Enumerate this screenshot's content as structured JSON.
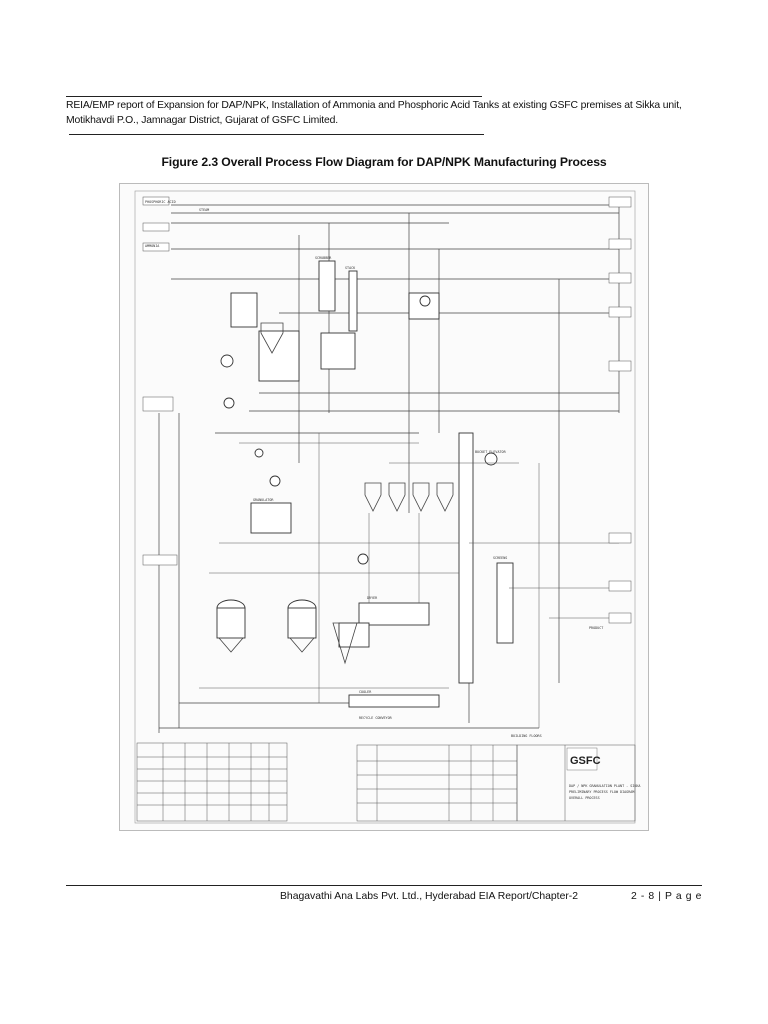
{
  "header": {
    "report_line": "REIA/EMP report of Expansion for DAP/NPK, Installation of Ammonia and Phosphoric Acid Tanks at existing GSFC premises at Sikka unit, Motikhavdi P.O., Jamnagar District, Gujarat of GSFC Limited."
  },
  "figure": {
    "title": "Figure 2.3 Overall Process Flow Diagram for DAP/NPK Manufacturing Process",
    "labels": {
      "phosphoric_acid": "PHOSPHORIC ACID",
      "steam": "STEAM",
      "ammonia": "AMMONIA",
      "granulator": "GRANULATOR",
      "dryer": "DRYER",
      "cooler": "COOLER",
      "screens": "SCREENS",
      "product": "PRODUCT",
      "recycle": "RECYCLE CONVEYOR",
      "scrubber": "SCRUBBER",
      "stack": "STACK",
      "bucket_elevator": "BUCKET ELEVATOR",
      "building_floors": "BUILDING FLOORS"
    },
    "title_block": {
      "logo": "GSFC",
      "drawing_title": "DAP / NPK GRANULATION PLANT - SIKKA",
      "drawing_subtitle": "PRELIMINARY PROCESS FLOW DIAGRAM",
      "drawing_subtitle2": "OVERALL PROCESS"
    }
  },
  "footer": {
    "center": "Bhagavathi Ana Labs Pvt. Ltd., Hyderabad     EIA Report/Chapter-2",
    "page": "2 - 8 | P a g e"
  }
}
